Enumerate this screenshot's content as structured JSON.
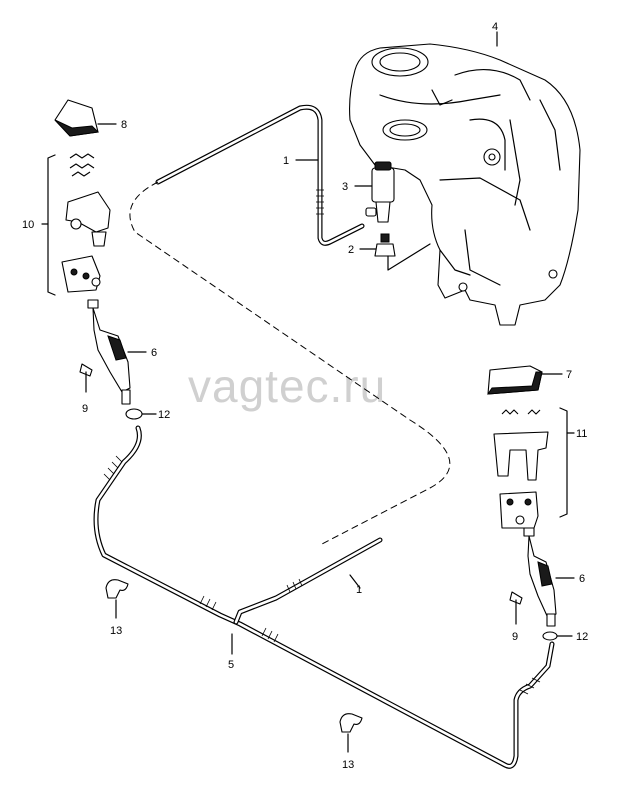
{
  "watermark": "vagtec.ru",
  "callouts": {
    "c1a": "1",
    "c1b": "1",
    "c2": "2",
    "c3": "3",
    "c4": "4",
    "c5": "5",
    "c6a": "6",
    "c6b": "6",
    "c7": "7",
    "c8": "8",
    "c9a": "9",
    "c9b": "9",
    "c10": "10",
    "c11": "11",
    "c12a": "12",
    "c12b": "12",
    "c13a": "13",
    "c13b": "13"
  },
  "icons": {
    "reservoir": "washer-fluid-reservoir-icon",
    "pump": "washer-pump-icon",
    "grommet": "grommet-icon",
    "nozzle": "washer-nozzle-icon",
    "cap": "nozzle-cap-icon",
    "clip": "hose-clip-icon"
  }
}
